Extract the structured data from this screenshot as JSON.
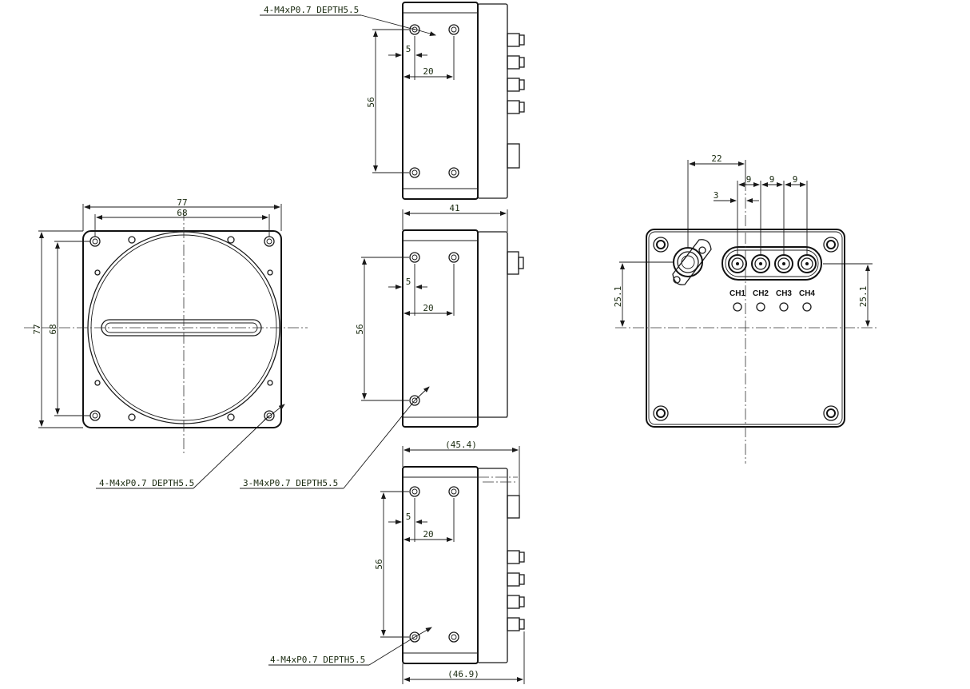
{
  "callouts": {
    "top_view_holes": "4-M4xP0.7 DEPTH5.5",
    "front_view_holes": "4-M4xP0.7 DEPTH5.5",
    "side_view_holes": "3-M4xP0.7 DEPTH5.5",
    "bottom_view_holes": "4-M4xP0.7 DEPTH5.5"
  },
  "front_view": {
    "width_outer": "77",
    "width_inner": "68",
    "height_outer": "77",
    "height_inner": "68"
  },
  "top_view": {
    "offset": "5",
    "spacing": "20",
    "height": "56"
  },
  "side_view": {
    "depth": "41",
    "offset": "5",
    "spacing": "20",
    "height": "56"
  },
  "bottom_view": {
    "depth_upper": "(45.4)",
    "depth_lower": "(46.9)",
    "offset": "5",
    "spacing": "20",
    "height": "56"
  },
  "rear_view": {
    "power_offset": "22",
    "ch_offset": "3",
    "ch_pitch_1": "9",
    "ch_pitch_2": "9",
    "ch_pitch_3": "9",
    "height_left": "25.1",
    "height_right": "25.1",
    "channels": [
      "CH1",
      "CH2",
      "CH3",
      "CH4"
    ]
  }
}
